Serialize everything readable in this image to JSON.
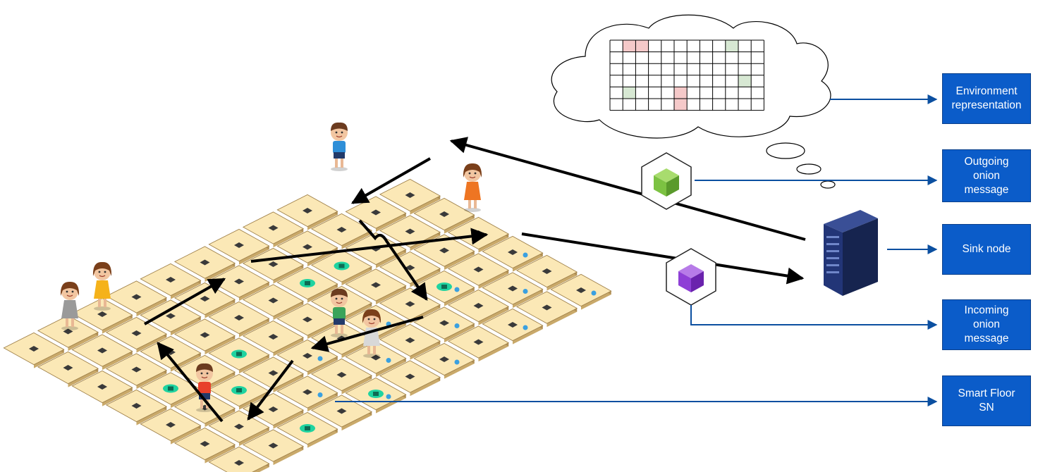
{
  "labels": {
    "environment": "Environment\nrepresentation",
    "outgoing": "Outgoing\nonion\nmessage",
    "sink": "Sink node",
    "incoming": "Incoming\nonion\nmessage",
    "smartfloor": "Smart Floor\nSN"
  },
  "colors": {
    "tile_top": "#fbe8b6",
    "tile_side": "#c9a96a",
    "label_box": "#0b5cc9",
    "connector": "#0b4fa0",
    "active_sensor": "#1fd3a0",
    "cloud_red_cell": "#f5c9c9",
    "cloud_green_cell": "#d7e8d3",
    "outgoing_cube": "#7cc242",
    "incoming_cube": "#8e3fd6",
    "server": "#1e2f6b"
  },
  "icons": {
    "cloud": "thought-cloud-icon",
    "server": "server-icon",
    "outgoing": "green-cube-icon",
    "incoming": "purple-cube-icon",
    "people": "person-icon",
    "sensor": "chip-icon"
  }
}
